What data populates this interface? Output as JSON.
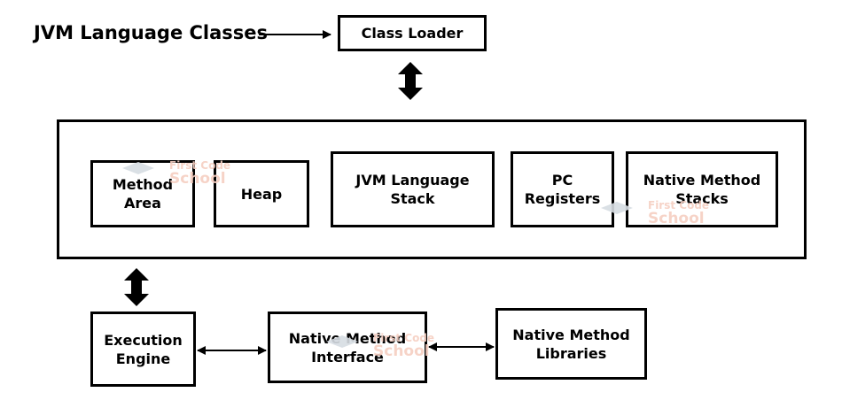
{
  "title": "JVM Language Classes",
  "class_loader": "Class Loader",
  "runtime_areas": {
    "method_area": "Method\nArea",
    "heap": "Heap",
    "jvm_language_stack": "JVM Language\nStack",
    "pc_registers": "PC\nRegisters",
    "native_method_stacks": "Native Method\nStacks"
  },
  "execution_engine": "Execution\nEngine",
  "native_method_interface": "Native Method\nInterface",
  "native_method_libraries": "Native Method\nLibraries",
  "watermark": {
    "line1": "First Code",
    "line2": "School"
  },
  "colors": {
    "stroke": "#000000",
    "watermark_text": "#f6cfc2",
    "watermark_icon": "#d7dde3"
  }
}
